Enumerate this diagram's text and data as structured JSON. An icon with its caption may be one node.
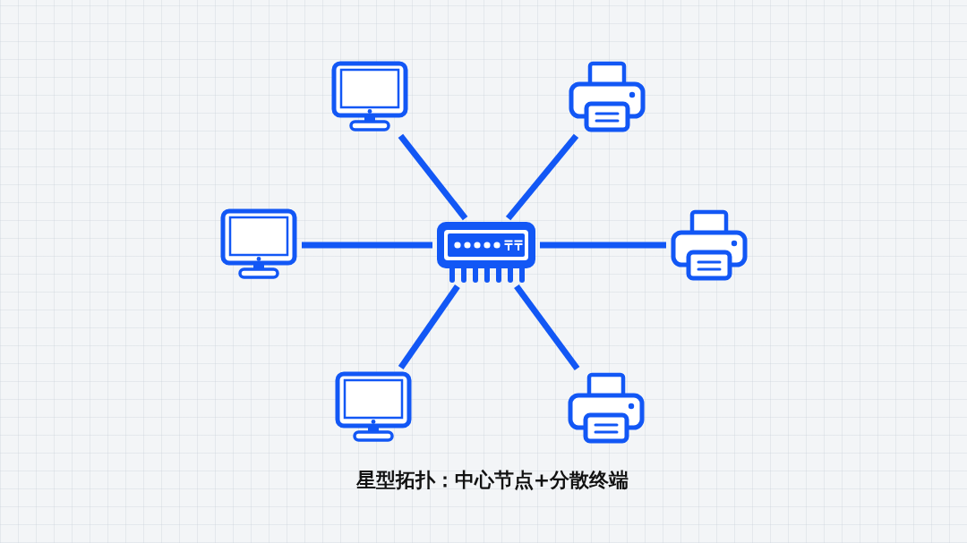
{
  "diagram": {
    "caption": "星型拓扑：中心节点+分散终端",
    "nodes": [
      {
        "text": [],
        "shape": "picture"
      },
      {
        "text": [],
        "shape": "picture"
      },
      {
        "text": [],
        "shape": "picture"
      },
      {
        "text": [],
        "shape": "picture"
      },
      {
        "text": [],
        "shape": "picture"
      },
      {
        "text": [],
        "shape": "picture"
      },
      {
        "text": [],
        "shape": "picture"
      }
    ],
    "edges": [
      {
        "from": 3,
        "to": 0,
        "arrow": "none"
      },
      {
        "from": 3,
        "to": 1,
        "arrow": "none"
      },
      {
        "from": 3,
        "to": 2,
        "arrow": "none"
      },
      {
        "from": 3,
        "to": 4,
        "arrow": "none"
      },
      {
        "from": 3,
        "to": 5,
        "arrow": "none"
      },
      {
        "from": 3,
        "to": 6,
        "arrow": "none"
      }
    ]
  }
}
